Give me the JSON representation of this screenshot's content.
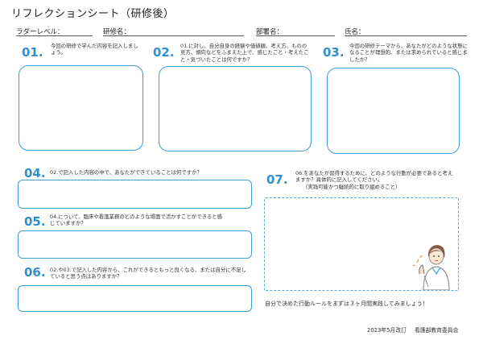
{
  "header": {
    "title": "リフレクションシート（研修後）",
    "fields": {
      "ladder_level": "ラダーレベル：",
      "training_name": "研修名：",
      "department": "部署名：",
      "name": "氏名："
    }
  },
  "sections": [
    {
      "num": "01.",
      "question": "今回の研修で学んだ内容を記入しましょう。"
    },
    {
      "num": "02.",
      "question": "01.に対し、自分自身の経験や価値観、考え方、ものの見方、傾向などをふまえた上で、感じたこと・考えたこと・気づいたことは何ですか？"
    },
    {
      "num": "03.",
      "question": "今回の研修テーマから、あなたがどのような状態になることが理想的、または求められていると感じましたか？"
    },
    {
      "num": "04.",
      "question": "02.で記入した内容の中で、あなたができていることは何ですか？"
    },
    {
      "num": "05.",
      "question": "04.について、臨床や看護業務のどのような場面で活かすことができると感じていますか？"
    },
    {
      "num": "06.",
      "question": "02.や03.で記入した内容から、これができるともっと良くなる、または自分に不足していると思う点はありますか？"
    },
    {
      "num": "07.",
      "question": "06.をあなたが習得するために、どのような行動が必要であると考えますか？具体的に記入してください。",
      "note": "（実践可能かつ継続的に取り組めること）"
    }
  ],
  "action_rule": "自分で決めた行動ルールをまずは３ヶ月間実践してみましょう！",
  "footer": {
    "revision": "2023年5月改訂",
    "committee": "看護部教育委員会"
  }
}
